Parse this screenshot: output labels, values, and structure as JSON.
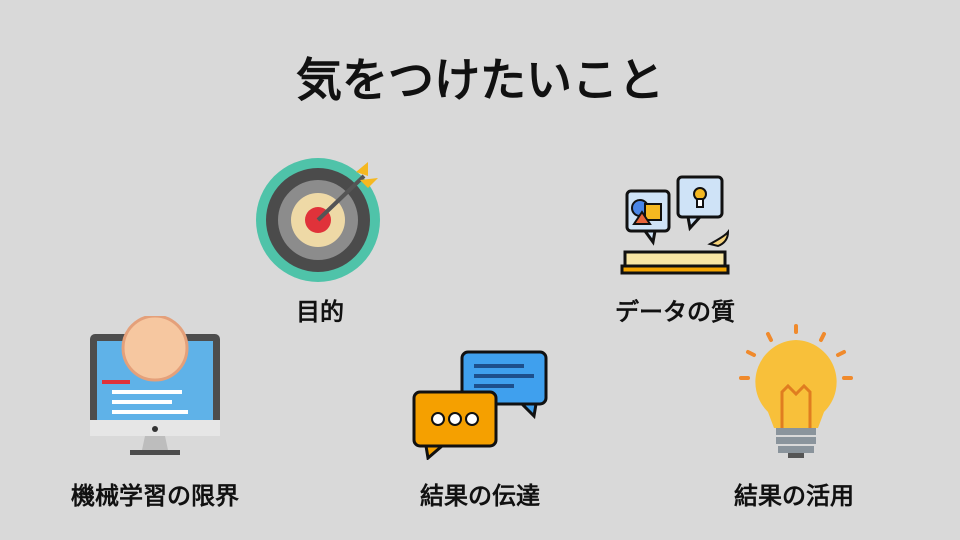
{
  "title": "気をつけたいこと",
  "items": [
    {
      "label": "目的",
      "icon": "target-icon"
    },
    {
      "label": "データの質",
      "icon": "data-book-icon"
    },
    {
      "label": "機械学習の限界",
      "icon": "brain-monitor-icon"
    },
    {
      "label": "結果の伝達",
      "icon": "chat-bubbles-icon"
    },
    {
      "label": "結果の活用",
      "icon": "lightbulb-icon"
    }
  ]
}
